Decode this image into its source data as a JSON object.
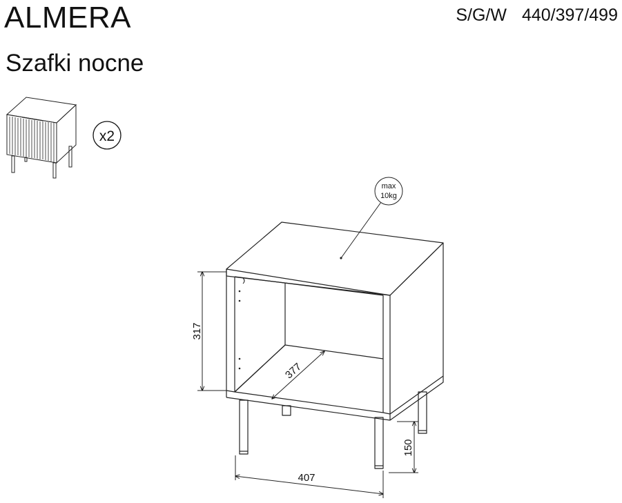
{
  "header": {
    "product_name": "ALMERA",
    "category": "Szafki nocne",
    "dims_label": "S/G/W",
    "dims_value": "440/397/499"
  },
  "thumbnail": {
    "quantity": "x2"
  },
  "drawing": {
    "load_label_line1": "max",
    "load_label_line2": "10kg",
    "height_dim": "317",
    "depth_dim": "377",
    "width_dim": "407",
    "leg_dim": "150"
  }
}
